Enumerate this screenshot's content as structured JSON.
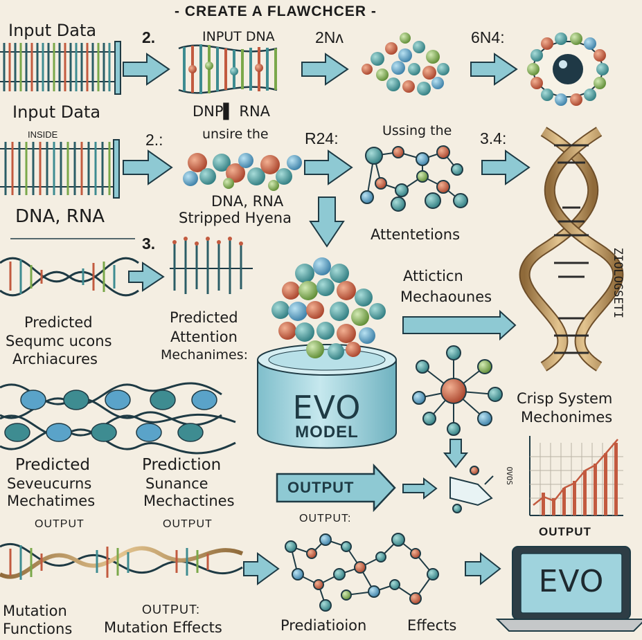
{
  "title": "- CREATE A FLAWCHCER -",
  "row1": {
    "input_data_top": "Input Data",
    "input_data_bottom": "Input Data",
    "step_2": "2.",
    "input_dna": "INPUT DNA",
    "dnp_rna": "DNP▌ RNA",
    "step_2na": "2Nʌ",
    "step_6n4": "6N4:"
  },
  "row2": {
    "inside": "INSIDE",
    "step_2b": "2.:",
    "unsire_the": "unsire the",
    "r24": "R24:",
    "using_the": "Ussing the",
    "step_34": "3.4:",
    "dna_rna_left": "DNA, RNA",
    "dna_rna_mid": "DNA, RNA",
    "stripped_hyena": "Stripped Hyena",
    "attentetions": "Attentetions",
    "vertical_code": "ZIOLOGSETI"
  },
  "row3": {
    "step_3": "3.",
    "predicted_a": "Predicted",
    "sequme_ucons": "Sequmc ucons",
    "archiacures": "Archiacures",
    "predicted_b": "Predicted",
    "attention": "Attention",
    "mechanimes": "Mechanimes:",
    "attiaction": "Atticticn",
    "mechaounes": "Mechaounes"
  },
  "evo_model": {
    "evo": "EVO",
    "model": "MODEL"
  },
  "row4": {
    "crisp_system": "Crisp System",
    "mechonimes": "Mechonimes",
    "predicted_c": "Predicted",
    "seveucurns": "Seveucurns",
    "mechatimes_a": "Mechatimes",
    "prediction": "Prediction",
    "sunance": "Sunance",
    "mechactines_b": "Mechactines",
    "output_arrow": "OUTPUT",
    "chart_axis": "OVOS",
    "output_chart": "OUTPUT"
  },
  "row5": {
    "output_a": "OUTPUT",
    "output_b": "OUTPUT",
    "output_c": "OUTPUT:",
    "mutation": "Mutation",
    "functions": "Functions",
    "output_d": "OUTPUT:",
    "mutation_effects": "Mutation Effects",
    "prediatioion": "Prediatioion",
    "effects": "Effects",
    "evo_screen": "EVO"
  },
  "colors": {
    "background": "#f4eee2",
    "arrow_fill": "#8ec9d3",
    "arrow_stroke": "#1e3a44",
    "bead_teal": "#3e8c91",
    "bead_red": "#c25a3f",
    "bead_blue": "#5aa3c9",
    "bead_green": "#7aa84a",
    "helix_tan": "#c9a36b",
    "cylinder": "#a6d7e0"
  }
}
